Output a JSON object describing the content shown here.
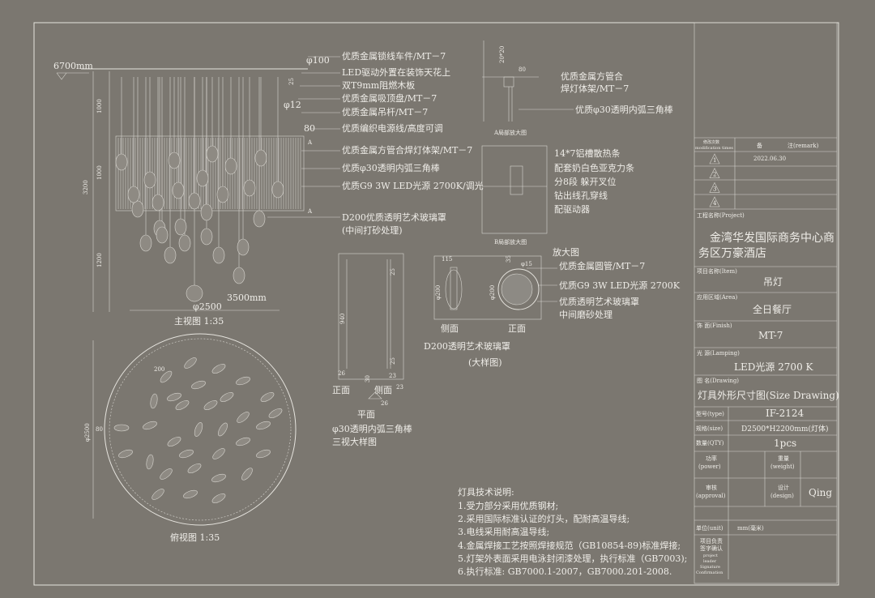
{
  "main_view": {
    "height_label": "6700mm",
    "dims_left": [
      "1000",
      "1000",
      "3200",
      "1200"
    ],
    "dims_top": [
      "φ100",
      "25",
      "φ12",
      "80"
    ],
    "section_marks": [
      "A",
      "A"
    ],
    "width_label": "3500mm",
    "diameter_label": "φ2500",
    "caption": "主视图 1:35",
    "callouts": [
      "优质金属锁线车件/MT－7",
      "LED驱动外置在装饰天花上",
      "双T9mm阻燃木板",
      "优质金属吸顶盘/MT－7",
      "优质金属吊杆/MT－7",
      "优质编织电源线/高度可调",
      "优质金属方管合焊灯体架/MT－7",
      "优质φ30透明内弧三角棒",
      "优质G9  3W  LED光源  2700K/调光",
      "D200优质透明艺术玻璃罩",
      "(中间打砂处理)"
    ]
  },
  "detail_a": {
    "dims": [
      "20*20",
      "80"
    ],
    "callouts": [
      "优质金属方管合",
      "焊灯体架/MT－7",
      "优质φ30透明内弧三角棒"
    ],
    "caption": "A局部放大图"
  },
  "detail_b": {
    "notes": [
      "14*7铝槽散热条",
      "配套奶白色亚克力条",
      "分8段  躲开叉位",
      "钻出线孔穿线",
      "配驱动器"
    ],
    "caption": "B局部放大图"
  },
  "rod_detail": {
    "dims": [
      "25",
      "940",
      "25",
      "26",
      "23",
      "30",
      "23",
      "26"
    ],
    "labels": [
      "正面",
      "侧面",
      "平面"
    ],
    "caption_1": "φ30透明内弧三角棒",
    "caption_2": "三视大样图"
  },
  "shade_detail": {
    "title": "放大图",
    "dims": [
      "115",
      "35",
      "φ15",
      "φ200",
      "φ200"
    ],
    "view_labels": [
      "侧面",
      "正面"
    ],
    "callouts": [
      "优质金属圆管/MT－7",
      "优质G9  3W  LED光源  2700K",
      "优质透明艺术玻璃罩",
      "中间磨砂处理"
    ],
    "caption_1": "D200透明艺术玻璃罩",
    "caption_2": "(大样图)"
  },
  "top_view": {
    "dims": [
      "200",
      "80",
      "φ2500"
    ],
    "caption": "俯视图 1:35"
  },
  "tech_notes": {
    "title": "灯具技术说明:",
    "items": [
      "1.受力部分采用优质钢材;",
      "2.采用国际标准认证的灯头，配耐高温导线;",
      "3.电线采用耐高温导线;",
      "4.金属焊接工艺按照焊接规范（GB10854-89)标准焊接;",
      "5.灯架外表面采用电泳封闭漆处理，执行标准（GB7003);",
      "6.执行标准: GB7000.1-2007，GB7000.201-2008."
    ]
  },
  "title_block": {
    "rev_header": [
      "修改次数",
      "modification  times",
      "备",
      "注(remark)"
    ],
    "revisions": [
      {
        "no": "1",
        "remark": "2022.06.30"
      },
      {
        "no": "2",
        "remark": ""
      },
      {
        "no": "3",
        "remark": ""
      },
      {
        "no": "4",
        "remark": ""
      }
    ],
    "project_label": "工程名称(Project)",
    "project_line1": "金湾华发国际商务中心商",
    "project_line2": "务区万豪酒店",
    "item_label": "项目名称(Item)",
    "item": "吊灯",
    "area_label": "应用区域(Area)",
    "area": "全日餐厅",
    "finish_label": "饰    面(Finish)",
    "finish": "MT-7",
    "lamping_label": "光    源(Lamping)",
    "lamping": "LED光源   2700 K",
    "drawing_label": "图    名(Drawing)",
    "drawing": "灯具外形尺寸图(Size Drawing)",
    "type_label": "型号(type)",
    "type": "IF-2124",
    "size_label": "规格(size)",
    "size": "D2500*H2200mm(灯体)",
    "qty_label": "数量(QTY)",
    "qty": "1pcs",
    "power_label": [
      "功率",
      "(power)"
    ],
    "weight_label": [
      "重量",
      "(weight)"
    ],
    "approval_label": [
      "审核",
      "(approval)"
    ],
    "design_label": [
      "设计",
      "(design)"
    ],
    "designer": "Qing",
    "unit_label": "单位(unit)",
    "unit": "mm(毫米)",
    "sign_label": [
      "项目负责",
      "签字确认",
      "project",
      "leader",
      "Signature",
      "Confirmation"
    ]
  }
}
